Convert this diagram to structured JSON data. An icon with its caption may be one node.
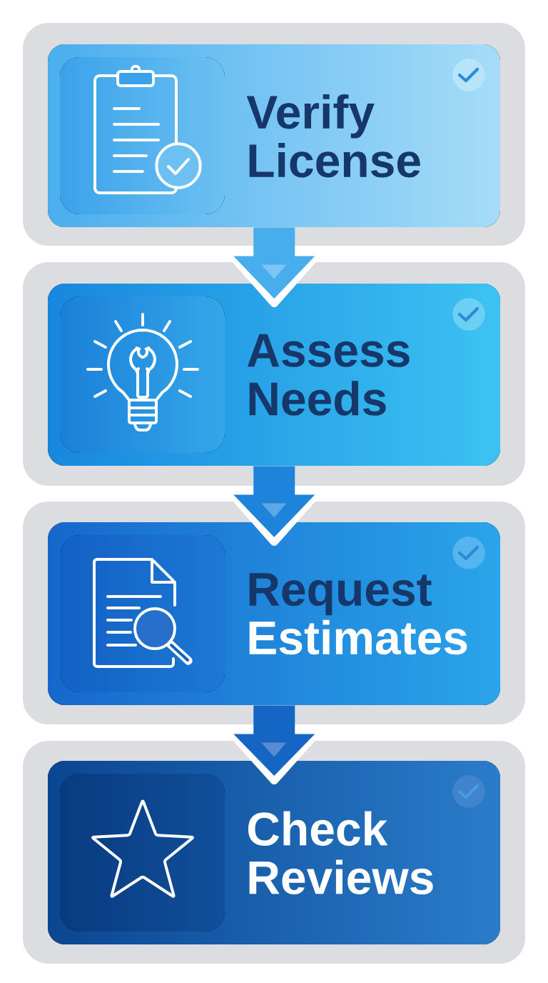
{
  "diagram": {
    "nodes": [
      {
        "text": [
          "Verify License"
        ]
      },
      {
        "text": [
          "Assess Needs"
        ]
      },
      {
        "text": [
          "Request Estimates"
        ]
      },
      {
        "text": [
          "Check Reviews"
        ]
      }
    ],
    "edges": [
      {
        "from": 0,
        "to": 1,
        "arrow": "to"
      },
      {
        "from": 1,
        "to": 2,
        "arrow": "to"
      },
      {
        "from": 2,
        "to": 3,
        "arrow": "to"
      }
    ]
  }
}
